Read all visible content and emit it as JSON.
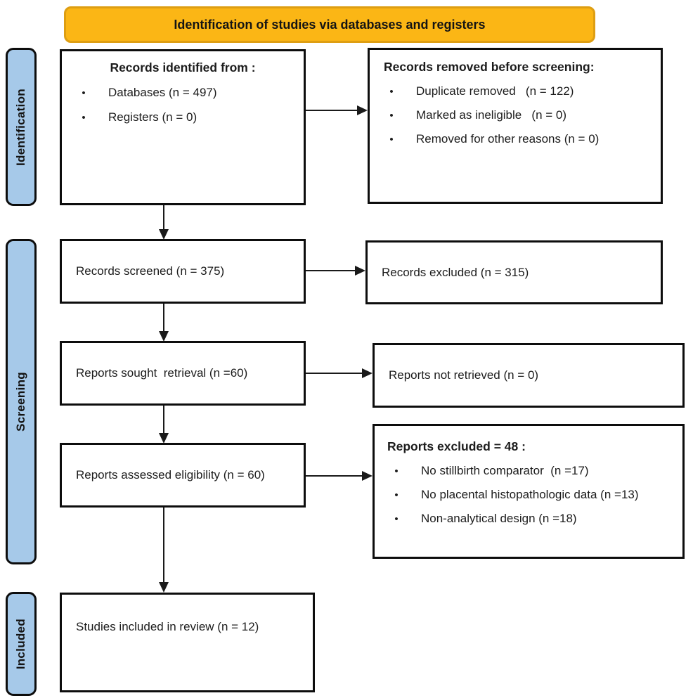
{
  "banner": {
    "label": "Identification of studies via databases and registers"
  },
  "stages": {
    "identification": {
      "label": "Identification"
    },
    "screening": {
      "label": "Screening"
    },
    "included": {
      "label": "Included"
    }
  },
  "boxes": {
    "records_identified": {
      "title": "Records identified from :",
      "bullets": [
        "Databases (n = 497)",
        "Registers (n = 0)"
      ]
    },
    "records_removed": {
      "title": "Records removed before screening:",
      "bullets": [
        "Duplicate removed   (n = 122)",
        "Marked as ineligible   (n = 0)",
        "Removed for other reasons (n = 0)"
      ]
    },
    "records_screened": {
      "label": "Records screened (n = 375)"
    },
    "records_excluded": {
      "label": "Records excluded (n = 315)"
    },
    "reports_sought": {
      "label": "Reports sought  retrieval (n =60)"
    },
    "reports_not_retrieved": {
      "label": "Reports not retrieved (n = 0)"
    },
    "reports_assessed": {
      "label": "Reports assessed eligibility (n = 60)"
    },
    "reports_excluded": {
      "title": "Reports excluded = 48 :",
      "bullets": [
        "No stillbirth comparator  (n =17)",
        "No placental histopathologic data (n =13)",
        "Non-analytical design (n =18)"
      ]
    },
    "studies_included": {
      "label": "Studies included in review (n = 12)"
    }
  },
  "icons": {
    "bullet": "•",
    "arrow_right": "arrow-right-icon",
    "arrow_down": "arrow-down-icon"
  },
  "colors": {
    "banner_fill": "#FBB615",
    "banner_border": "#DE9E12",
    "stage_fill": "#A6C9E9",
    "box_border": "#0d0d0d",
    "arrow_color": "#1a1a1a"
  }
}
